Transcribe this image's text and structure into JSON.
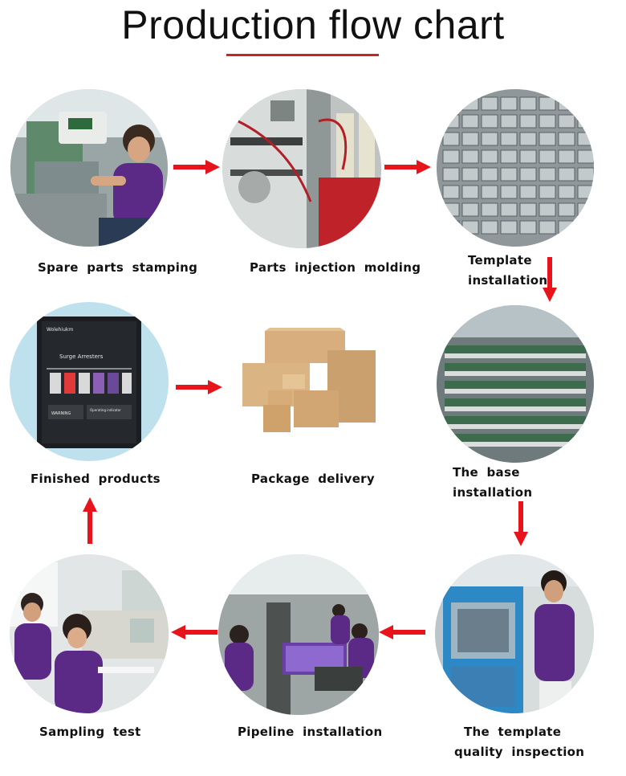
{
  "title": "Production flow chart",
  "colors": {
    "accent_red": "#e8141b",
    "underline": "#c4252b",
    "box": "#d8ae7e",
    "worker_shirt": "#5b2a86"
  },
  "steps": {
    "s1": {
      "label": "Spare parts stamping"
    },
    "s2": {
      "label": "Parts injection molding"
    },
    "s3": {
      "label_1": "Template",
      "label_2": "installation"
    },
    "s4": {
      "label_1": "The base",
      "label_2": "installation"
    },
    "s5": {
      "label_1": "The template",
      "label_2": "quality inspection"
    },
    "s6": {
      "label": "Pipeline installation"
    },
    "s7": {
      "label": "Sampling test"
    },
    "s8": {
      "label": "Finished products"
    },
    "s9": {
      "label": "Package delivery"
    }
  },
  "product": {
    "brand": "Wolehiukm",
    "name": "Surge Arresters",
    "warning": "WARNING",
    "indicator": "Operating indicator"
  },
  "arrows": [
    "arrow-right",
    "arrow-right",
    "arrow-down",
    "arrow-down",
    "arrow-left",
    "arrow-left",
    "arrow-up",
    "arrow-right"
  ]
}
